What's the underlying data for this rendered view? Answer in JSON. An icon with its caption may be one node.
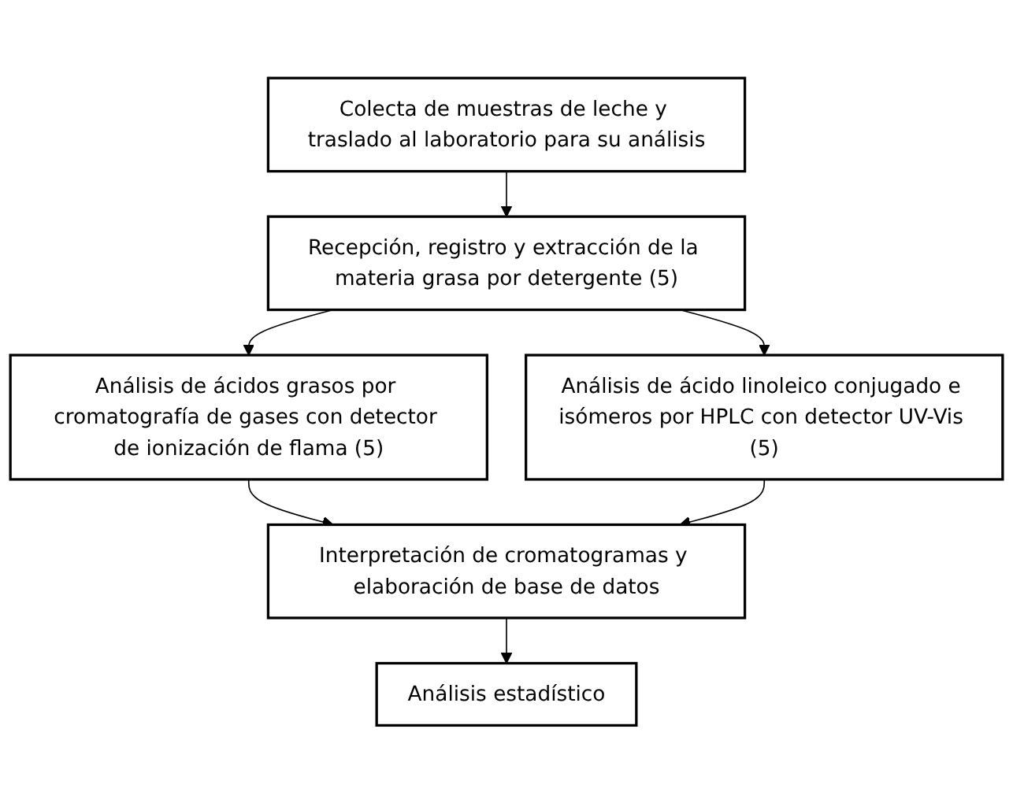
{
  "diagram": {
    "nodes": [
      {
        "text": [
          "Colecta de muestras de leche y traslado al laboratorio para su análisis"
        ]
      },
      {
        "text": [
          "Recepción, registro y extracción de la materia grasa por detergente (5)"
        ]
      },
      {
        "text": [
          "Análisis de ácidos grasos por cromatografía de gases con detector de ionización de flama (5)"
        ]
      },
      {
        "text": [
          "Análisis de ácido linoleico conjugado e isómeros por HPLC con detector UV-Vis (5)"
        ]
      },
      {
        "text": [
          "Interpretación de cromatogramas y elaboración de base de datos"
        ]
      },
      {
        "text": [
          "Análisis estadístico"
        ]
      }
    ],
    "edges": [
      {
        "from": 0,
        "to": 1,
        "arrow": "to"
      },
      {
        "from": 1,
        "to": 2,
        "arrow": "to"
      },
      {
        "from": 1,
        "to": 3,
        "arrow": "to"
      },
      {
        "from": 2,
        "to": 4,
        "arrow": "to"
      },
      {
        "from": 3,
        "to": 4,
        "arrow": "to"
      },
      {
        "from": 4,
        "to": 5,
        "arrow": "to"
      }
    ]
  }
}
